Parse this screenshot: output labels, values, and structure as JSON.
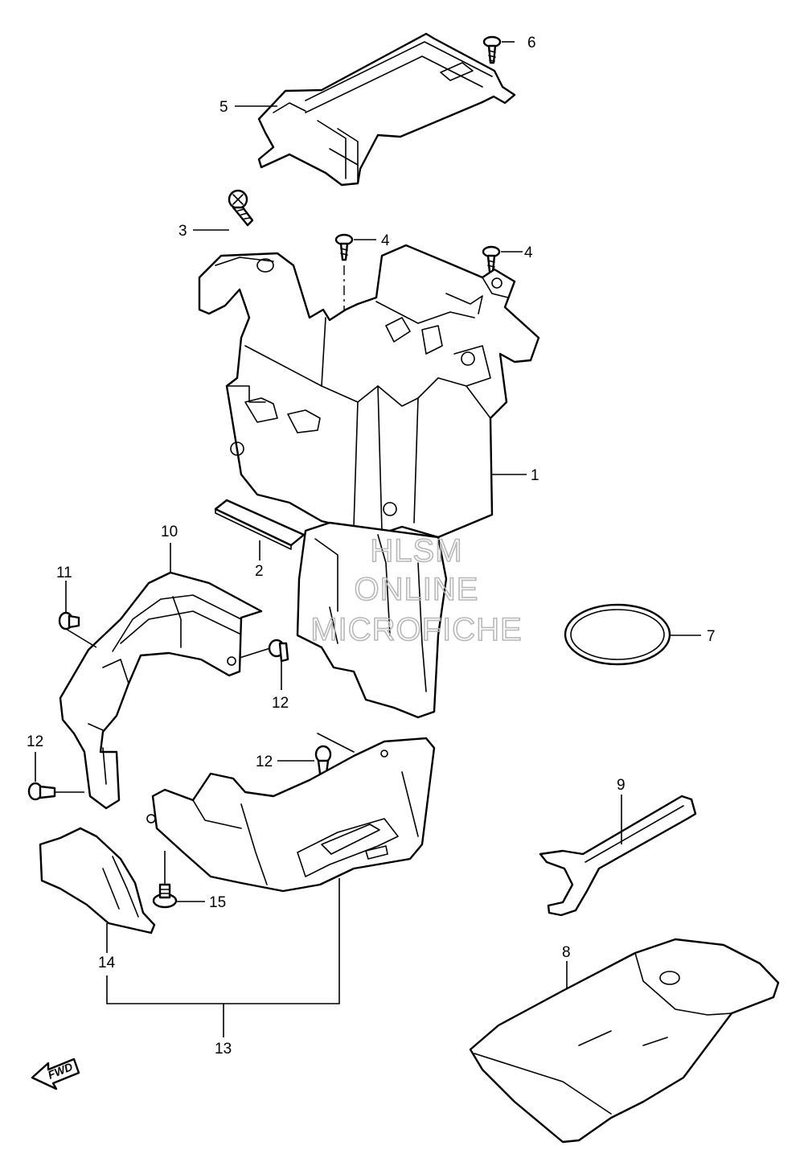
{
  "callouts": {
    "c1": "1",
    "c2": "2",
    "c3": "3",
    "c4a": "4",
    "c4b": "4",
    "c5": "5",
    "c6": "6",
    "c7": "7",
    "c8": "8",
    "c9": "9",
    "c10": "10",
    "c11": "11",
    "c12a": "12",
    "c12b": "12",
    "c12c": "12",
    "c13": "13",
    "c14": "14",
    "c15": "15"
  },
  "watermark": {
    "line1": "HLSM",
    "line2": "ONLINE",
    "line3": "MICROFICHE"
  },
  "direction_badge": "FWD",
  "colors": {
    "line": "#000000",
    "background": "#ffffff",
    "watermark": "#b8b8b8"
  }
}
